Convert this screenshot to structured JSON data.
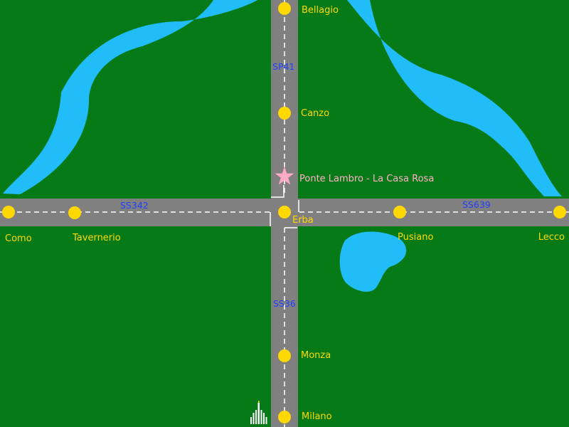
{
  "colors": {
    "land": "#067a16",
    "water": "#21bdf8",
    "road": "#808080",
    "lane_marking": "#ffffff",
    "town_marker": "#ffd800",
    "town_label": "#ffd800",
    "road_label": "#1f3fff",
    "poi": "#ffaac8"
  },
  "roads": [
    {
      "ref": "SP41"
    },
    {
      "ref": "SS36"
    },
    {
      "ref": "SS342"
    },
    {
      "ref": "SS639"
    }
  ],
  "towns": [
    {
      "name": "Bellagio"
    },
    {
      "name": "Canzo"
    },
    {
      "name": "Erba"
    },
    {
      "name": "Como"
    },
    {
      "name": "Tavernerio"
    },
    {
      "name": "Pusiano"
    },
    {
      "name": "Lecco"
    },
    {
      "name": "Monza"
    },
    {
      "name": "Milano"
    }
  ],
  "poi": {
    "name": "Ponte Lambro - La Casa Rosa",
    "icon": "star-icon"
  },
  "landmark": {
    "icon": "cathedral-icon"
  }
}
